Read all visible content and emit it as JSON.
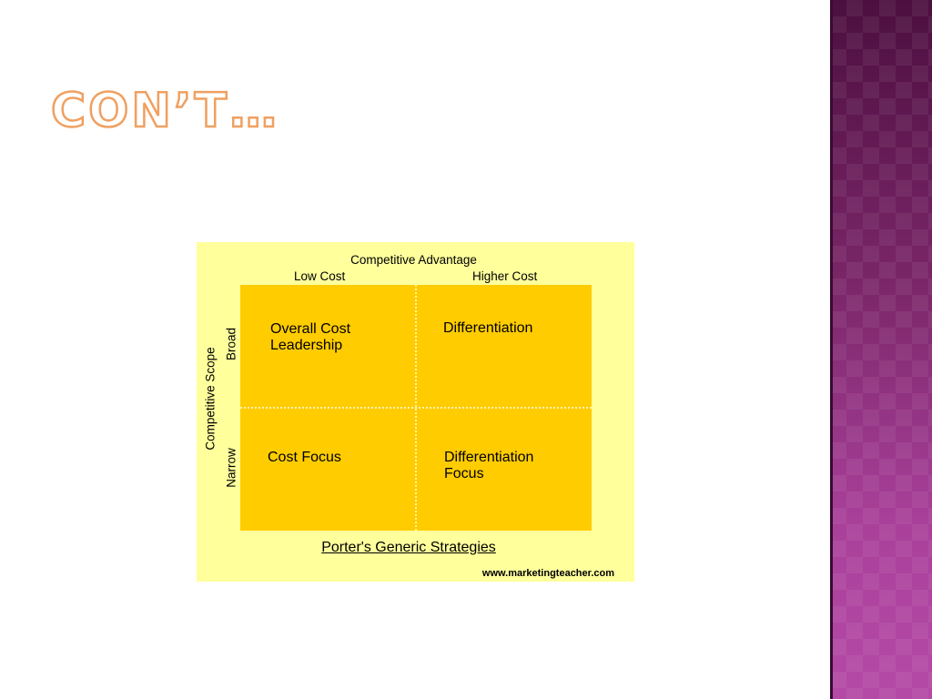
{
  "slide": {
    "title": "Con’t…"
  },
  "diagram": {
    "axis_x_title": "Competitive Advantage",
    "col_low": "Low Cost",
    "col_high": "Higher Cost",
    "axis_y_title": "Competitive Scope",
    "row_broad": "Broad",
    "row_narrow": "Narrow",
    "cells": {
      "top_left": [
        "Overall Cost",
        "Leadership"
      ],
      "top_right": [
        "Differentiation"
      ],
      "bottom_left": [
        "Cost Focus"
      ],
      "bottom_right": [
        "Differentiation",
        "Focus"
      ]
    },
    "title": "Porter's Generic Strategies",
    "source": "www.marketingteacher.com"
  },
  "colors": {
    "diagram_bg": "#ffff9c",
    "grid_fill": "#ffcc00",
    "title_outline": "#f0a060",
    "side_band": "#7a2668"
  }
}
